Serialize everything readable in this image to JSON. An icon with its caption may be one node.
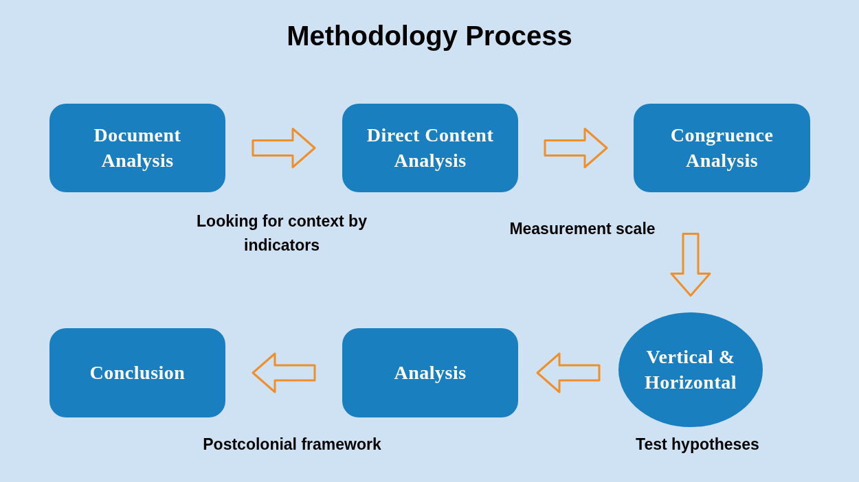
{
  "diagram": {
    "title": "Methodology Process",
    "nodes": [
      {
        "text": [
          "Document Analysis"
        ]
      },
      {
        "text": [
          "Direct Content Analysis"
        ]
      },
      {
        "text": [
          "Congruence Analysis"
        ]
      },
      {
        "text": [
          "Vertical & Horizontal"
        ],
        "beside": [
          "Test hypotheses"
        ]
      },
      {
        "text": [
          "Analysis"
        ]
      },
      {
        "text": [
          "Conclusion"
        ]
      }
    ],
    "edges": [
      {
        "from": 0,
        "to": 1,
        "arrow": "to"
      },
      {
        "from": 1,
        "to": 2,
        "arrow": "to"
      },
      {
        "from": 2,
        "to": 3,
        "arrow": "to"
      },
      {
        "from": 3,
        "to": 4,
        "arrow": "to"
      },
      {
        "from": 4,
        "to": 5,
        "arrow": "to"
      }
    ],
    "labels": [
      "Looking for context by indicators",
      "Measurement scale",
      "Postcolonial framework"
    ]
  }
}
